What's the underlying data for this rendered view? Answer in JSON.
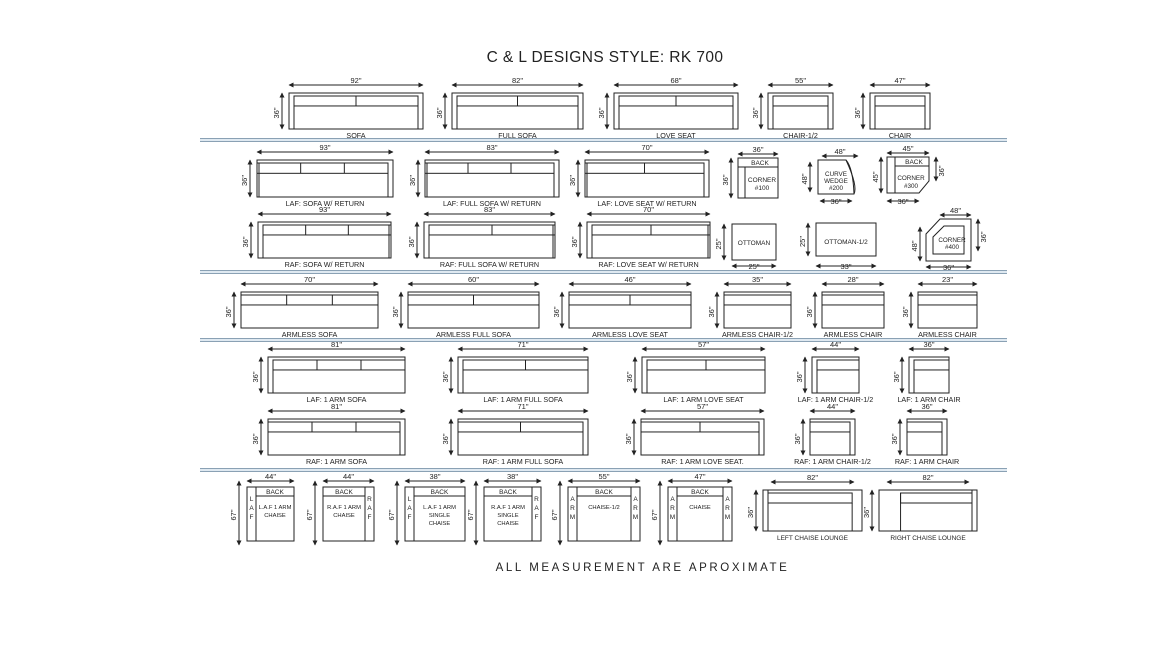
{
  "title": "C & L DESIGNS STYLE:  RK 700",
  "footer": "ALL MEASUREMENT ARE APROXIMATE",
  "depth": {
    "d36": "36\"",
    "d25": "25\"",
    "d45": "45\"",
    "d48": "48\"",
    "d67": "67\""
  },
  "pieces": {
    "sofa": {
      "label": "SOFA",
      "width": "92\""
    },
    "full_sofa": {
      "label": "FULL SOFA",
      "width": "82\""
    },
    "love_seat": {
      "label": "LOVE SEAT",
      "width": "68\""
    },
    "chair_half": {
      "label": "CHAIR-1/2",
      "width": "55\""
    },
    "chair": {
      "label": "CHAIR",
      "width": "47\""
    },
    "laf_sofa_ret": {
      "label": "LAF: SOFA W/ RETURN",
      "width": "93\""
    },
    "laf_full_ret": {
      "label": "LAF: FULL SOFA W/ RETURN",
      "width": "83\""
    },
    "laf_love_ret": {
      "label": "LAF: LOVE SEAT W/ RETURN",
      "width": "70\""
    },
    "corner100": {
      "back": "BACK",
      "name": "CORNER",
      "num": "#100",
      "width": "36\""
    },
    "curve200": {
      "l1": "CURVE",
      "l2": "WEDGE",
      "num": "#200",
      "top": "48\"",
      "bottom": "36\""
    },
    "corner300": {
      "back": "BACK",
      "name": "CORNER",
      "num": "#300",
      "top": "45\"",
      "bottom": "36\""
    },
    "raf_sofa_ret": {
      "label": "RAF: SOFA W/ RETURN",
      "width": "93\""
    },
    "raf_full_ret": {
      "label": "RAF: FULL SOFA W/ RETURN",
      "width": "83\""
    },
    "raf_love_ret": {
      "label": "RAF: LOVE SEAT W/ RETURN",
      "width": "70\""
    },
    "ottoman": {
      "label": "OTTOMAN",
      "width": "25\""
    },
    "ottoman_half": {
      "label": "OTTOMAN-1/2",
      "width": "33\""
    },
    "corner400": {
      "name": "CORNER",
      "num": "#400",
      "top": "48\"",
      "bottom": "36\""
    },
    "armless_sofa": {
      "label": "ARMLESS SOFA",
      "width": "70\""
    },
    "armless_full": {
      "label": "ARMLESS FULL SOFA",
      "width": "60\""
    },
    "armless_love": {
      "label": "ARMLESS LOVE SEAT",
      "width": "46\""
    },
    "armless_chair_half": {
      "label": "ARMLESS CHAIR-1/2",
      "width": "35\""
    },
    "armless_chair_a": {
      "label": "ARMLESS CHAIR",
      "width": "28\""
    },
    "armless_chair_b": {
      "label": "ARMLESS CHAIR",
      "width": "23\""
    },
    "laf_1arm_sofa": {
      "label": "LAF: 1 ARM SOFA",
      "width": "81\""
    },
    "laf_1arm_full": {
      "label": "LAF: 1 ARM FULL SOFA",
      "width": "71\""
    },
    "laf_1arm_love": {
      "label": "LAF: 1 ARM LOVE SEAT",
      "width": "57\""
    },
    "laf_1arm_chair_half": {
      "label": "LAF: 1 ARM CHAIR-1/2",
      "width": "44\""
    },
    "laf_1arm_chair": {
      "label": "LAF: 1 ARM CHAIR",
      "width": "36\""
    },
    "raf_1arm_sofa": {
      "label": "RAF: 1 ARM SOFA",
      "width": "81\""
    },
    "raf_1arm_full": {
      "label": "RAF: 1 ARM FULL SOFA",
      "width": "71\""
    },
    "raf_1arm_love": {
      "label": "RAF: 1 ARM LOVE SEAT.",
      "width": "57\""
    },
    "raf_1arm_chair_half": {
      "label": "RAF: 1 ARM CHAIR-1/2",
      "width": "44\""
    },
    "raf_1arm_chair": {
      "label": "RAF: 1 ARM CHAIR",
      "width": "36\""
    },
    "laf_chaise": {
      "back": "BACK",
      "l1": "L.A.F 1 ARM",
      "l2": "CHAISE",
      "side": "LAF",
      "width": "44\""
    },
    "raf_chaise": {
      "back": "BACK",
      "l1": "R.A.F 1 ARM",
      "l2": "CHAISE",
      "side": "RAF",
      "width": "44\""
    },
    "laf_single_chaise": {
      "back": "BACK",
      "l1": "L.A.F 1 ARM",
      "l2": "SINGLE",
      "l3": "CHAISE",
      "side": "LAF",
      "width": "38\""
    },
    "raf_single_chaise": {
      "back": "BACK",
      "l1": "R.A.F 1 ARM",
      "l2": "SINGLE",
      "l3": "CHAISE",
      "side": "RAF",
      "width": "38\""
    },
    "chaise_half": {
      "back": "BACK",
      "label": "CHAISE-1/2",
      "side": "ARM",
      "width": "55\""
    },
    "chaise": {
      "back": "BACK",
      "label": "CHAISE",
      "side": "ARM",
      "width": "47\""
    },
    "left_chaise_lounge": {
      "label": "LEFT CHAISE LOUNGE",
      "width": "82\""
    },
    "right_chaise_lounge": {
      "label": "RIGHT CHAISE LOUNGE",
      "width": "82\""
    }
  }
}
